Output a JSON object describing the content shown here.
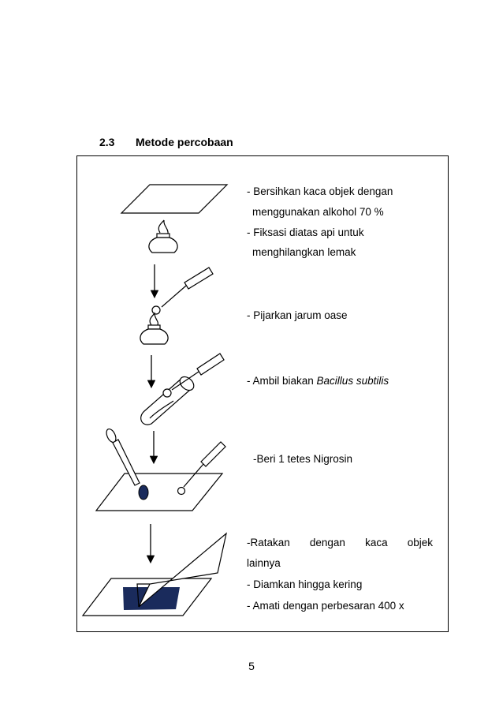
{
  "section": {
    "number": "2.3",
    "title": "Metode percobaan"
  },
  "steps": {
    "step1_line1": "- Bersihkan kaca objek dengan",
    "step1_line2": "menggunakan alkohol 70 %",
    "step2_line1": "- Fiksasi diatas api untuk",
    "step2_line2": "menghilangkan lemak",
    "step3": "- Pijarkan jarum oase",
    "step4_prefix": "-  Ambil biakan ",
    "step4_italic": "Bacillus subtilis",
    "step5": "-Beri 1 tetes Nigrosin",
    "step6_words": [
      "-Ratakan",
      "dengan",
      "kaca",
      "objek"
    ],
    "step6_line2": "lainnya",
    "step7": "- Diamkan hingga kering",
    "step8": "- Amati dengan perbesaran 400 x"
  },
  "colors": {
    "stain": "#1a2b5c",
    "line": "#000000"
  },
  "icons": [
    "glass-slide-icon",
    "spirit-lamp-icon",
    "inoculating-loop-icon",
    "test-tube-icon",
    "dropper-icon",
    "arrow-down-icon"
  ],
  "page_number": "5"
}
